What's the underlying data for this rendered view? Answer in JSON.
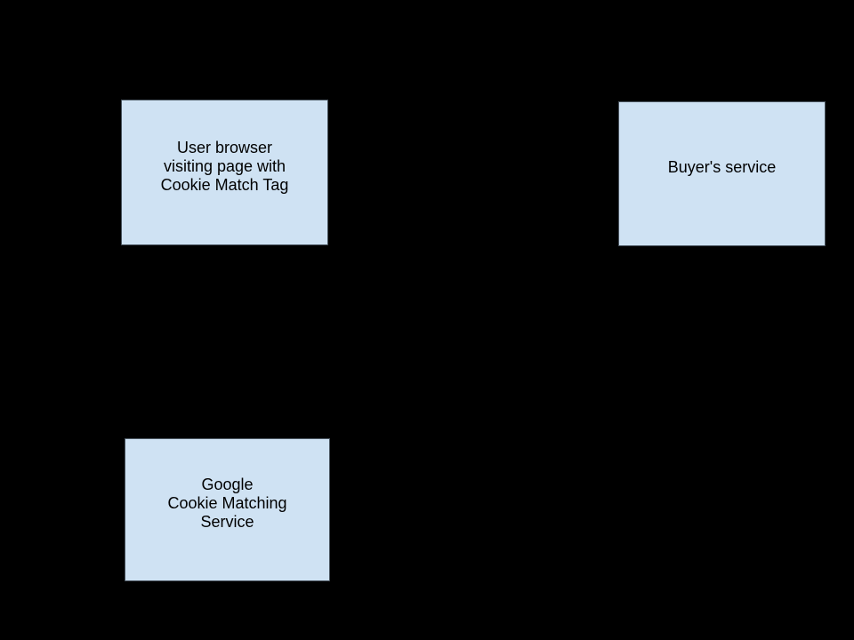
{
  "diagram": {
    "background_color": "#000000",
    "node_fill_color": "#cfe2f3",
    "node_edge_color": "#47525c",
    "text_color": "#000000"
  },
  "nodes": {
    "user_browser": {
      "lines": [
        "User browser",
        "visiting page with",
        "Cookie Match Tag"
      ]
    },
    "buyers_service": {
      "lines": [
        "Buyer's service"
      ]
    },
    "google_cookie_matching_service": {
      "lines": [
        "Google",
        "Cookie Matching",
        "Service"
      ]
    }
  }
}
